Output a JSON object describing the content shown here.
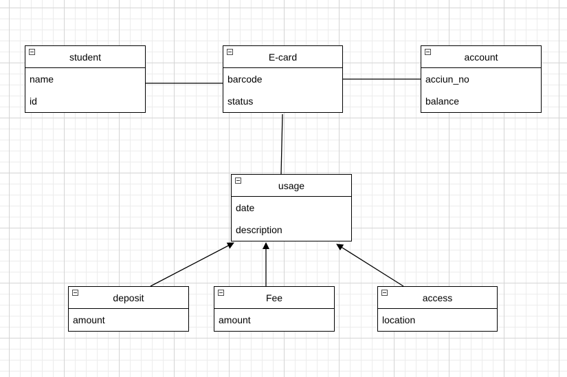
{
  "entities": {
    "student": {
      "title": "student",
      "attrs": [
        "name",
        "id"
      ]
    },
    "ecard": {
      "title": "E-card",
      "attrs": [
        "barcode",
        "status"
      ]
    },
    "account": {
      "title": "account",
      "attrs": [
        "acciun_no",
        "balance"
      ]
    },
    "usage": {
      "title": "usage",
      "attrs": [
        "date",
        "description"
      ]
    },
    "deposit": {
      "title": "deposit",
      "attrs": [
        "amount"
      ]
    },
    "fee": {
      "title": "Fee",
      "attrs": [
        "amount"
      ]
    },
    "access": {
      "title": "access",
      "attrs": [
        "location"
      ]
    }
  },
  "colors": {
    "line": "#000000",
    "grid": "#d4d4d4"
  }
}
